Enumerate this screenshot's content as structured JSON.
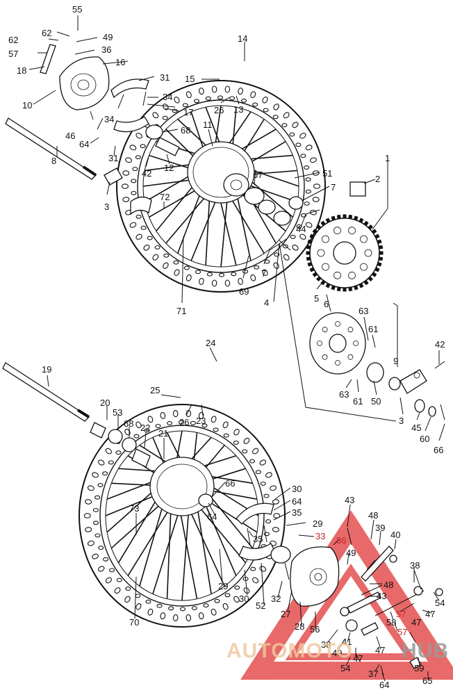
{
  "watermark": {
    "text_left": "AUTOMOTO",
    "text_right": "HUB",
    "color_left": "#f0c8a0",
    "color_right": "#9a9a9a",
    "logo_color": "#e03030"
  },
  "part_labels": [
    {
      "id": "55",
      "text": "55"
    },
    {
      "id": "62a",
      "text": "62"
    },
    {
      "id": "62b",
      "text": "62"
    },
    {
      "id": "49a",
      "text": "49"
    },
    {
      "id": "57a",
      "text": "57"
    },
    {
      "id": "36a",
      "text": "36"
    },
    {
      "id": "14",
      "text": "14"
    },
    {
      "id": "18",
      "text": "18"
    },
    {
      "id": "16",
      "text": "16"
    },
    {
      "id": "31a",
      "text": "31"
    },
    {
      "id": "15",
      "text": "15"
    },
    {
      "id": "10",
      "text": "10"
    },
    {
      "id": "34a",
      "text": "34"
    },
    {
      "id": "26a",
      "text": "26"
    },
    {
      "id": "13",
      "text": "13"
    },
    {
      "id": "17",
      "text": "17"
    },
    {
      "id": "46",
      "text": "46"
    },
    {
      "id": "34b",
      "text": "34"
    },
    {
      "id": "11",
      "text": "11"
    },
    {
      "id": "68a",
      "text": "68"
    },
    {
      "id": "64a",
      "text": "64"
    },
    {
      "id": "8",
      "text": "8"
    },
    {
      "id": "31b",
      "text": "31"
    },
    {
      "id": "12",
      "text": "12"
    },
    {
      "id": "42a",
      "text": "42"
    },
    {
      "id": "1",
      "text": "1"
    },
    {
      "id": "51",
      "text": "51"
    },
    {
      "id": "2",
      "text": "2"
    },
    {
      "id": "67",
      "text": "67"
    },
    {
      "id": "7a",
      "text": "7"
    },
    {
      "id": "3a",
      "text": "3"
    },
    {
      "id": "72",
      "text": "72"
    },
    {
      "id": "44",
      "text": "44"
    },
    {
      "id": "7b",
      "text": "7"
    },
    {
      "id": "69",
      "text": "69"
    },
    {
      "id": "5",
      "text": "5"
    },
    {
      "id": "4",
      "text": "4"
    },
    {
      "id": "6",
      "text": "6"
    },
    {
      "id": "63a",
      "text": "63"
    },
    {
      "id": "71",
      "text": "71"
    },
    {
      "id": "61a",
      "text": "61"
    },
    {
      "id": "42b",
      "text": "42"
    },
    {
      "id": "24",
      "text": "24"
    },
    {
      "id": "19",
      "text": "19"
    },
    {
      "id": "9",
      "text": "9"
    },
    {
      "id": "25",
      "text": "25"
    },
    {
      "id": "63b",
      "text": "63"
    },
    {
      "id": "61b",
      "text": "61"
    },
    {
      "id": "50",
      "text": "50"
    },
    {
      "id": "20",
      "text": "20"
    },
    {
      "id": "53",
      "text": "53"
    },
    {
      "id": "26b",
      "text": "26"
    },
    {
      "id": "23",
      "text": "23"
    },
    {
      "id": "3b",
      "text": "3"
    },
    {
      "id": "45",
      "text": "45"
    },
    {
      "id": "68b",
      "text": "68"
    },
    {
      "id": "22",
      "text": "22"
    },
    {
      "id": "60",
      "text": "60"
    },
    {
      "id": "21",
      "text": "21"
    },
    {
      "id": "66a",
      "text": "66"
    },
    {
      "id": "66b",
      "text": "66"
    },
    {
      "id": "30a",
      "text": "30"
    },
    {
      "id": "64b",
      "text": "64"
    },
    {
      "id": "43a",
      "text": "43"
    },
    {
      "id": "35a",
      "text": "35"
    },
    {
      "id": "73",
      "text": "73"
    },
    {
      "id": "64c",
      "text": "64"
    },
    {
      "id": "29a",
      "text": "29"
    },
    {
      "id": "48a",
      "text": "48"
    },
    {
      "id": "39",
      "text": "39"
    },
    {
      "id": "40",
      "text": "40"
    },
    {
      "id": "33",
      "text": "33"
    },
    {
      "id": "35b",
      "text": "35"
    },
    {
      "id": "36b",
      "text": "36"
    },
    {
      "id": "49b",
      "text": "49"
    },
    {
      "id": "38",
      "text": "38"
    },
    {
      "id": "29b",
      "text": "29"
    },
    {
      "id": "48b",
      "text": "48"
    },
    {
      "id": "43b",
      "text": "43"
    },
    {
      "id": "30b",
      "text": "30"
    },
    {
      "id": "52",
      "text": "52"
    },
    {
      "id": "32",
      "text": "32"
    },
    {
      "id": "57b",
      "text": "57"
    },
    {
      "id": "54a",
      "text": "54"
    },
    {
      "id": "27",
      "text": "27"
    },
    {
      "id": "58",
      "text": "58"
    },
    {
      "id": "47a",
      "text": "47"
    },
    {
      "id": "47b",
      "text": "47"
    },
    {
      "id": "57c",
      "text": "57"
    },
    {
      "id": "70",
      "text": "70"
    },
    {
      "id": "28",
      "text": "28"
    },
    {
      "id": "56",
      "text": "56"
    },
    {
      "id": "38b",
      "text": "38"
    },
    {
      "id": "41",
      "text": "41"
    },
    {
      "id": "47c",
      "text": "47"
    },
    {
      "id": "49c",
      "text": "49"
    },
    {
      "id": "47d",
      "text": "47"
    },
    {
      "id": "54b",
      "text": "54"
    },
    {
      "id": "59",
      "text": "59"
    },
    {
      "id": "37",
      "text": "37"
    },
    {
      "id": "65",
      "text": "65"
    },
    {
      "id": "64d",
      "text": "64"
    }
  ]
}
